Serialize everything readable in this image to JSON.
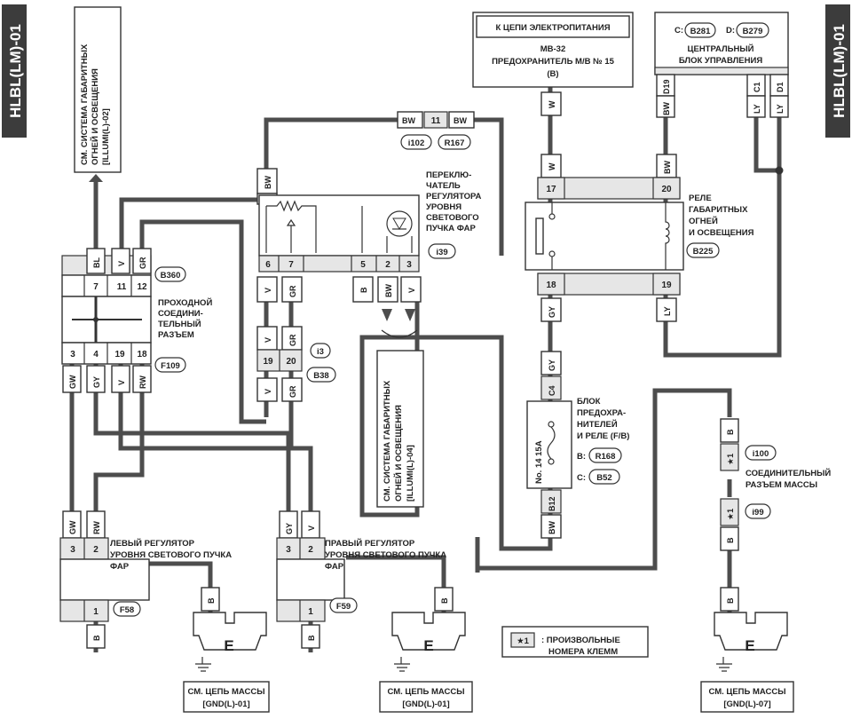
{
  "side_tag_left": "HLBL(LM)-01",
  "side_tag_right": "HLBL(LM)-01",
  "ref_top_left": [
    "СМ. СИСТЕМА ГАБАРИТНЫХ",
    "ОГНЕЙ И ОСВЕЩЕНИЯ",
    "[ILLUMI(L)-02]"
  ],
  "ref_center": [
    "СМ. СИСТЕМА ГАБАРИТНЫХ",
    "ОГНЕЙ И ОСВЕЩЕНИЯ",
    "[ILLUMI(L)-04]"
  ],
  "power_box": {
    "title": "К ЦЕПИ ЭЛЕКТРОПИТАНИЯ",
    "lines": [
      "MB-32",
      "ПРЕДОХРАНИТЕЛЬ М/В № 15",
      "(B)"
    ]
  },
  "central_unit": {
    "c_prefix": "C:",
    "c_code": "B281",
    "d_prefix": "D:",
    "d_code": "B279",
    "lines": [
      "ЦЕНТРАЛЬНЫЙ",
      "БЛОК УПРАВЛЕНИЯ"
    ],
    "pins": [
      "D19",
      "C1",
      "D1"
    ]
  },
  "switch": {
    "lines": [
      "ПЕРЕКЛЮ-",
      "ЧАТЕЛЬ",
      "РЕГУЛЯТОРА",
      "УРОВНЯ",
      "СВЕТОВОГО",
      "ПУЧКА ФАР"
    ],
    "code": "i39",
    "pins": [
      "6",
      "7",
      "5",
      "2",
      "3"
    ]
  },
  "top_connector": {
    "pin": "11",
    "wire_left": "BW",
    "wire_right": "BW",
    "code_a": "i102",
    "code_b": "R167"
  },
  "relay": {
    "lines": [
      "РЕЛЕ",
      "ГАБАРИТНЫХ",
      "ОГНЕЙ",
      "И ОСВЕЩЕНИЯ"
    ],
    "code": "B225",
    "pins": [
      "17",
      "20",
      "18",
      "19"
    ]
  },
  "joint_connector": {
    "code_top": "B360",
    "code_bottom": "F109",
    "lines": [
      "ПРОХОДНОЙ",
      "СОЕДИНИ-",
      "ТЕЛЬНЫЙ",
      "РАЗЪЕМ"
    ],
    "pins_top": [
      "7",
      "11",
      "12"
    ],
    "pins_bottom": [
      "3",
      "4",
      "19",
      "18"
    ]
  },
  "i3_connector": {
    "code_a": "i3",
    "code_b": "B38",
    "pins": [
      "19",
      "20"
    ]
  },
  "fuse_block": {
    "lines": [
      "БЛОК",
      "ПРЕДОХРА-",
      "НИТЕЛЕЙ",
      "И РЕЛЕ (F/B)"
    ],
    "fuse_label": "No. 14 15A",
    "b_prefix": "B:",
    "b_code": "R168",
    "c_prefix": "C:",
    "c_code": "B52",
    "pin_top": "C4",
    "pin_bottom": "B12"
  },
  "ground_connector": {
    "code_top": "i100",
    "code_bottom": "i99",
    "lines": [
      "СОЕДИНИТЕЛЬНЫЙ",
      "РАЗЪЕМ МАССЫ"
    ],
    "star": "★1"
  },
  "left_leveler": {
    "lines": [
      "ЛЕВЫЙ РЕГУЛЯТОР",
      "УРОВНЯ СВЕТОВОГО ПУЧКА",
      "ФАР"
    ],
    "code": "F58",
    "pins": [
      "3",
      "2",
      "1"
    ]
  },
  "right_leveler": {
    "lines": [
      "ПРАВЫЙ РЕГУЛЯТОР",
      "УРОВНЯ СВЕТОВОГО ПУЧКА",
      "ФАР"
    ],
    "code": "F59",
    "pins": [
      "3",
      "2",
      "1"
    ]
  },
  "legend": {
    "key": "★1",
    "lines": [
      ": ПРОИЗВОЛЬНЫЕ",
      "НОМЕРА КЛЕММ"
    ]
  },
  "grounds": [
    {
      "letter": "E",
      "lines": [
        "СМ. ЦЕПЬ МАССЫ",
        "[GND(L)-01]"
      ]
    },
    {
      "letter": "E",
      "lines": [
        "СМ. ЦЕПЬ МАССЫ",
        "[GND(L)-01]"
      ]
    },
    {
      "letter": "E",
      "lines": [
        "СМ. ЦЕПЬ МАССЫ",
        "[GND(L)-07]"
      ]
    }
  ],
  "wire_colors": {
    "bl": "BL",
    "gr": "GR",
    "bw": "BW",
    "w": "W",
    "ly": "LY",
    "gy": "GY",
    "gw": "GW",
    "v": "V",
    "rw": "RW",
    "b": "B"
  }
}
